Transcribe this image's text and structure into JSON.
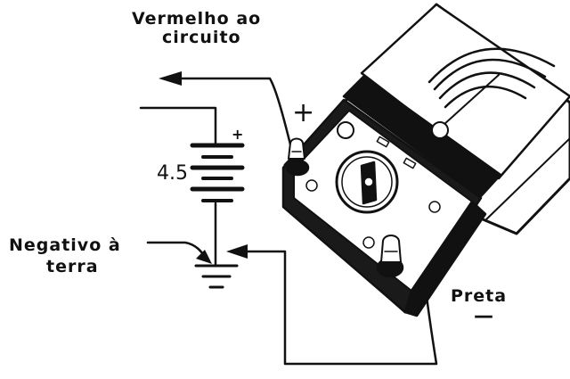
{
  "labels": {
    "red_lead_line1": "Vermelho ao",
    "red_lead_line2": "circuito",
    "plus_sign": "+",
    "battery_voltage": "4.5",
    "battery_plus": "+",
    "negative_ground_line1": "Negativo à",
    "negative_ground_line2": "terra",
    "black_lead": "Preta",
    "minus_sign": "—"
  },
  "colors": {
    "ink": "#111111",
    "background": "#ffffff"
  }
}
